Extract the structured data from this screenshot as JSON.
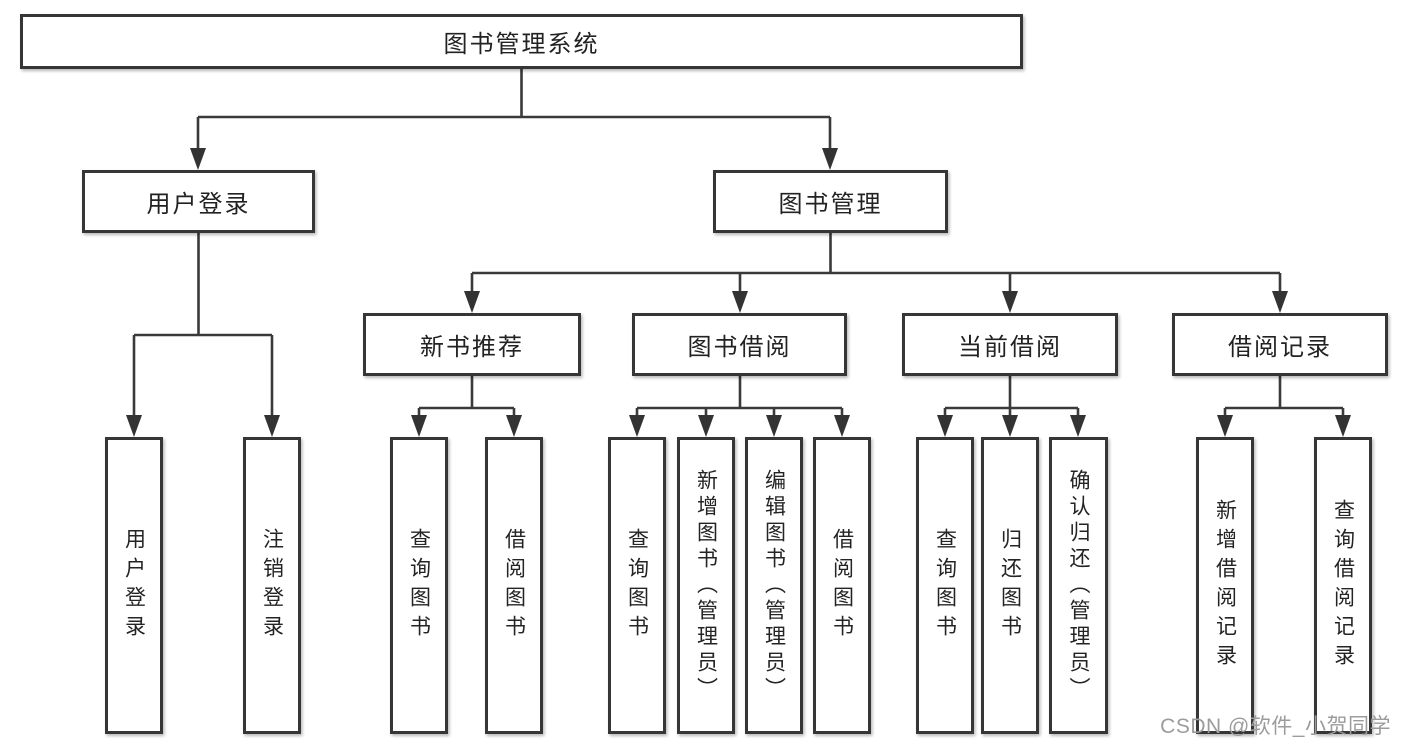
{
  "diagram": {
    "root": {
      "label": "图书管理系统"
    },
    "level2": {
      "user_login": {
        "label": "用户登录"
      },
      "book_management": {
        "label": "图书管理"
      }
    },
    "level3": {
      "new_books": {
        "label": "新书推荐"
      },
      "book_borrowing": {
        "label": "图书借阅"
      },
      "current_borrowing": {
        "label": "当前借阅"
      },
      "borrowing_records": {
        "label": "借阅记录"
      }
    },
    "leaves": {
      "user_login": [
        "用户登录",
        "注销登录"
      ],
      "new_books": [
        "查询图书",
        "借阅图书"
      ],
      "book_borrowing": [
        "查询图书",
        "新增图书（管理员）",
        "编辑图书（管理员）",
        "借阅图书"
      ],
      "current_borrowing": [
        "查询图书",
        "归还图书",
        "确认归还（管理员）"
      ],
      "borrowing_records": [
        "新增借阅记录",
        "查询借阅记录"
      ]
    }
  },
  "watermark": "CSDN @软件_小贺同学"
}
